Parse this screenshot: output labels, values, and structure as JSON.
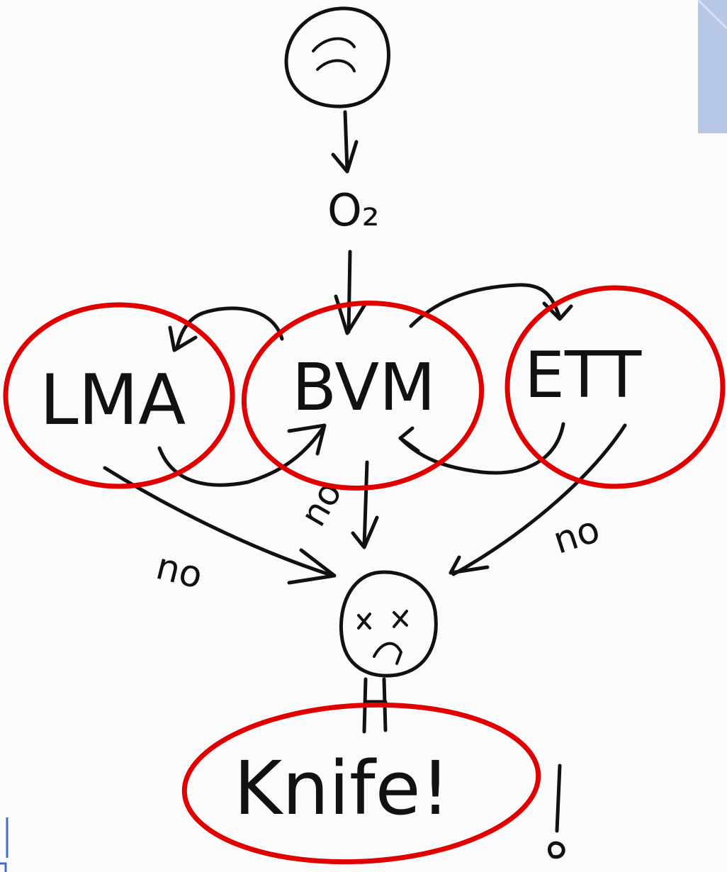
{
  "nodes": {
    "oxygen": "O₂",
    "lma": "LMA",
    "bvm": "BVM",
    "ett": "ETT",
    "knife": "Knife!"
  },
  "edge_labels": {
    "lma_no": "no",
    "bvm_no": "no",
    "ett_no": "no"
  },
  "colors": {
    "ink": "#111111",
    "circle": "#e00000",
    "tab": "#b7c8e6",
    "background": "#fbfbfb"
  },
  "icons": {
    "top_face": "sad-face-icon",
    "bottom_face": "dead-face-icon"
  }
}
